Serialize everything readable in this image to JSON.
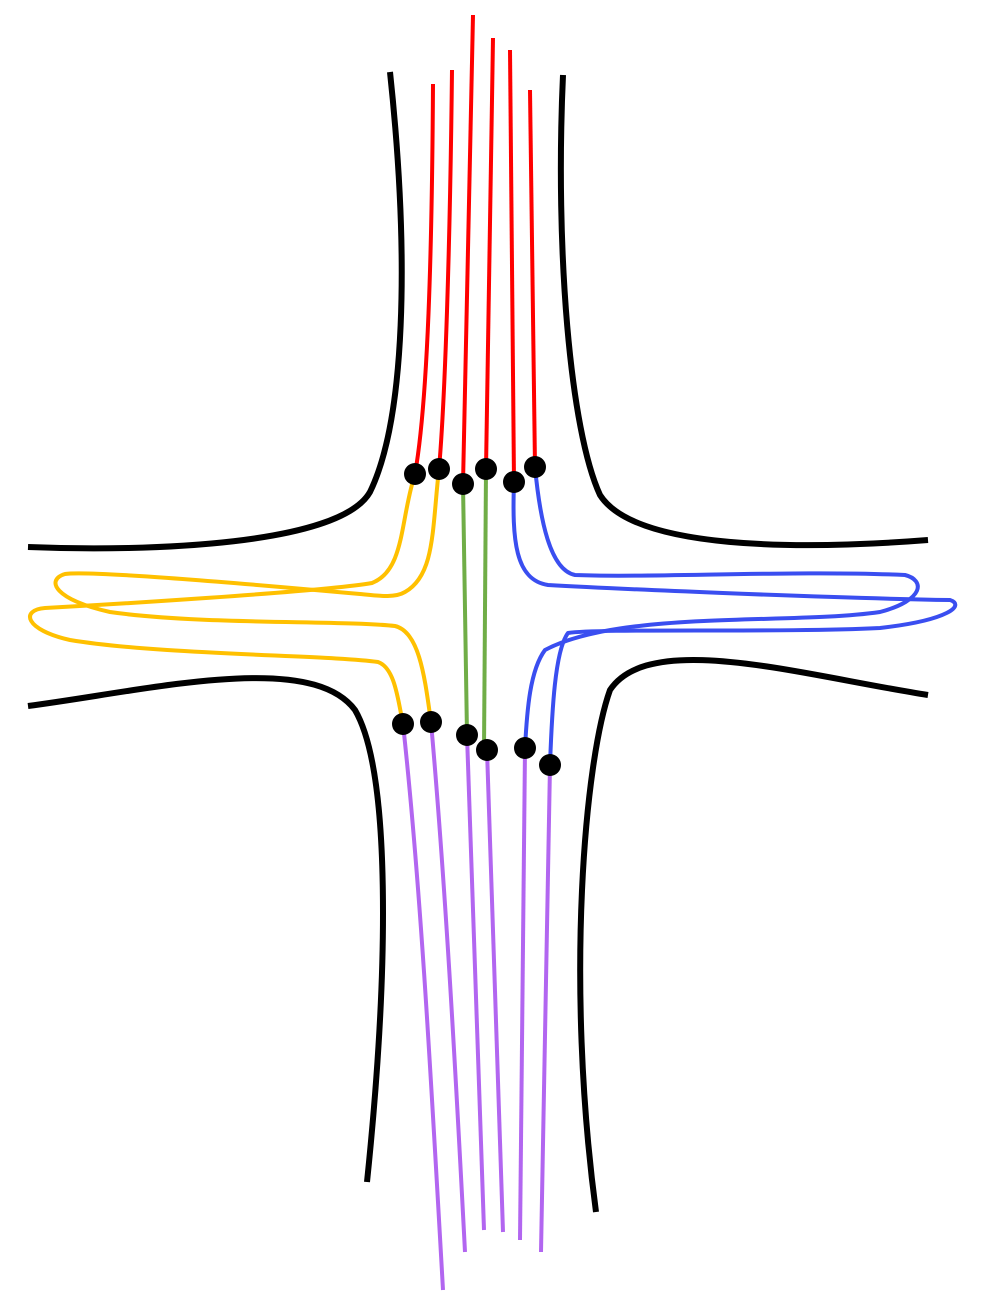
{
  "colors": {
    "boundary": "#000000",
    "top_strands": "#ff0000",
    "left_loop_strands": "#ffc000",
    "middle_strands": "#70ad47",
    "right_loop_strands": "#3a4ef0",
    "bottom_strands": "#b266f0",
    "junction_points": "#000000",
    "background": "#ffffff"
  },
  "diagram": {
    "shape": "cross-shaped region bounded by four curved black arcs",
    "upper_strand_count": 6,
    "lower_strand_count": 6,
    "junction_point_count": 12,
    "strand_groups": [
      {
        "name": "top",
        "color_key": "top_strands",
        "count": 6
      },
      {
        "name": "left-loops",
        "color_key": "left_loop_strands",
        "count": 2
      },
      {
        "name": "middle",
        "color_key": "middle_strands",
        "count": 2
      },
      {
        "name": "right-loops",
        "color_key": "right_loop_strands",
        "count": 2
      },
      {
        "name": "bottom",
        "color_key": "bottom_strands",
        "count": 6
      }
    ]
  }
}
